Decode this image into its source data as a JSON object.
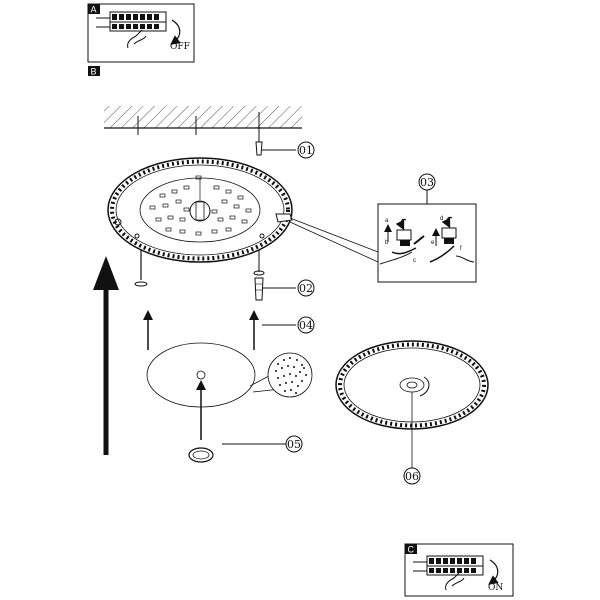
{
  "panels": {
    "a": {
      "tag": "A",
      "caption": "OFF"
    },
    "b": {
      "tag": "B"
    },
    "c": {
      "tag": "C",
      "caption": "ON"
    }
  },
  "callouts": {
    "c01": "01",
    "c02": "02",
    "c03": "03",
    "c04": "04",
    "c05": "05",
    "c06": "06"
  },
  "detail": {
    "letters": [
      "a",
      "b",
      "c",
      "d",
      "e",
      "f"
    ]
  }
}
